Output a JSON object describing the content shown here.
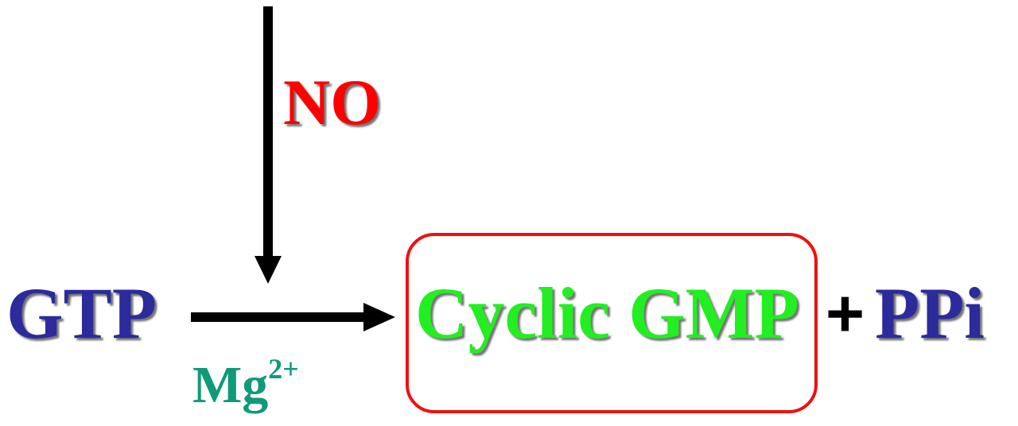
{
  "diagram": {
    "catalyst_label": "NO",
    "substrate_label": "GTP",
    "product_label": "Cyclic GMP",
    "plus_label": "+",
    "byproduct_label": "PPi",
    "cofactor_base": "Mg",
    "cofactor_charge": "2+"
  },
  "colors": {
    "catalyst": "#ff0000",
    "substrate": "#2b2b9c",
    "product": "#22ee22",
    "cofactor": "#119a78",
    "arrows": "#000000",
    "highlight_box": "#ee1111"
  }
}
